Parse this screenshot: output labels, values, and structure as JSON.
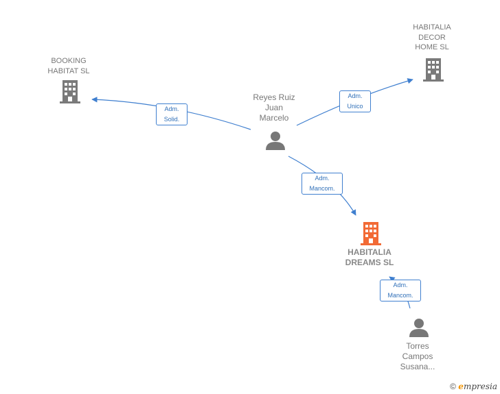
{
  "nodes": {
    "booking": {
      "name": "BOOKING\nHABITAT  SL",
      "type": "company"
    },
    "decor": {
      "name": "HABITALIA\nDECOR\nHOME  SL",
      "type": "company"
    },
    "reyes": {
      "name": "Reyes Ruiz\nJuan\nMarcelo",
      "type": "person"
    },
    "dreams": {
      "name": "HABITALIA\nDREAMS  SL",
      "type": "company",
      "focus": true
    },
    "torres": {
      "name": "Torres\nCampos\nSusana...",
      "type": "person"
    }
  },
  "edges": [
    {
      "from": "reyes",
      "to": "booking",
      "label": "Adm.\nSolid."
    },
    {
      "from": "reyes",
      "to": "decor",
      "label": "Adm.\nUnico"
    },
    {
      "from": "reyes",
      "to": "dreams",
      "label": "Adm.\nMancom."
    },
    {
      "from": "torres",
      "to": "dreams",
      "label": "Adm.\nMancom."
    }
  ],
  "footer": {
    "copyright": "©",
    "brand_e": "e",
    "brand_rest": "mpresia"
  },
  "colors": {
    "edge": "#3f7fcf",
    "building": "#7a7a7a",
    "focus_building": "#f26a35",
    "person": "#777777"
  }
}
